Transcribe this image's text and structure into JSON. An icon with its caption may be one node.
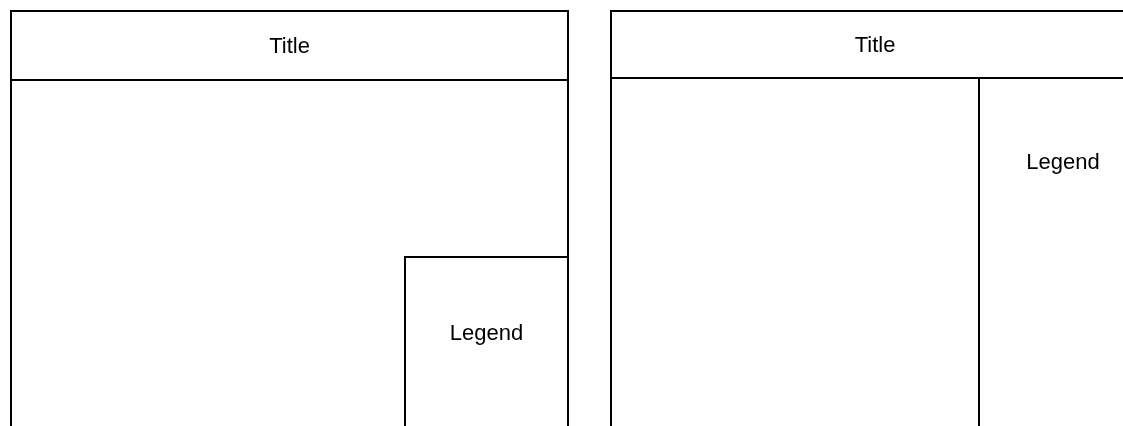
{
  "diagram": {
    "nodes": [
      {
        "text": [],
        "shape": "box"
      },
      {
        "text": [
          "Title"
        ],
        "in": 0
      },
      {
        "text": [
          "Legend"
        ],
        "in": 0
      },
      {
        "text": [],
        "shape": "box"
      },
      {
        "text": [
          "Title"
        ],
        "in": 3
      },
      {
        "text": [
          "Legend"
        ],
        "in": 3
      }
    ]
  }
}
